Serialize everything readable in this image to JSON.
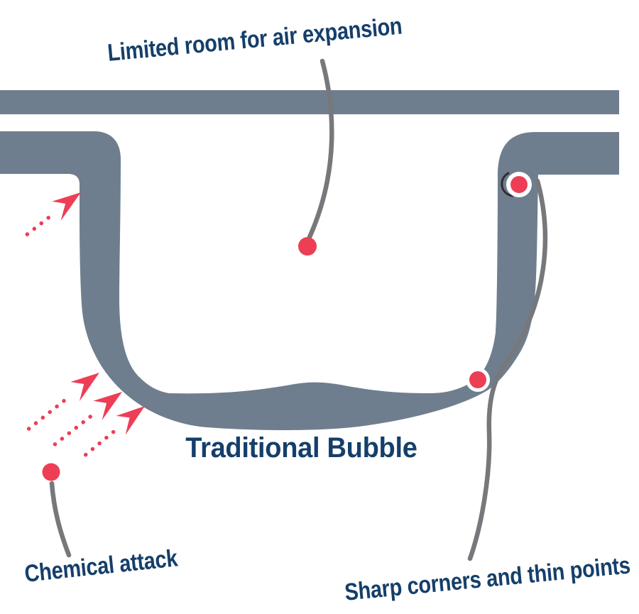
{
  "diagram": {
    "title": "Traditional Bubble",
    "callouts": {
      "air_expansion": {
        "label": "Limited room for air expansion",
        "marker": "red-dot-center-of-bubble-cavity"
      },
      "chemical_attack": {
        "label": "Chemical attack",
        "marker": "red-dot-outside-lower-left-wall",
        "arrow_count": 4
      },
      "sharp_corners": {
        "label": "Sharp corners and thin points",
        "markers": [
          "red-dot-at-right-flange-sharp-corner",
          "red-dot-at-bottom-right-thin-point"
        ]
      }
    },
    "colors": {
      "bubble_gray": "#6F7E8E",
      "accent_red": "#ED3E56",
      "label_navy": "#153F6A",
      "leader_gray": "#77787B",
      "background": "#FFFFFF"
    }
  }
}
